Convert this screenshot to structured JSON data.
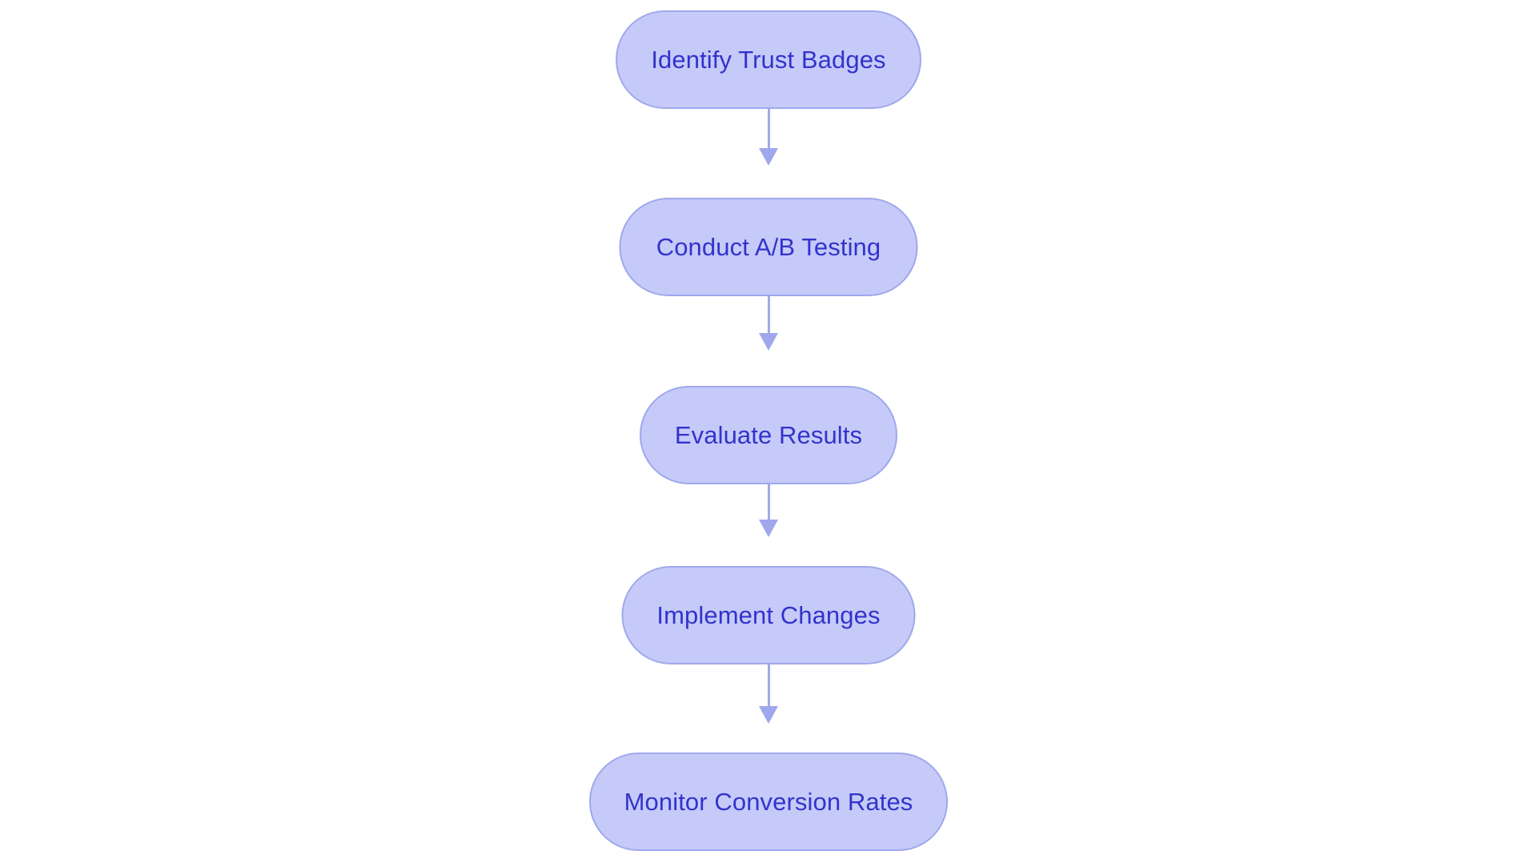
{
  "diagram": {
    "type": "flowchart",
    "orientation": "vertical",
    "title": "",
    "background_color": "#ffffff",
    "node_style": {
      "shape": "stadium",
      "fill_color": "#c6caf9",
      "border_color": "#9fa8ec",
      "text_color": "#3333cc"
    },
    "connector_style": {
      "color": "#9fa8ec",
      "arrowhead": "filled-triangle",
      "direction": "down"
    },
    "nodes": [
      {
        "id": "identify-trust-badges",
        "label": "Identify Trust Badges"
      },
      {
        "id": "conduct-ab-testing",
        "label": "Conduct A/B Testing"
      },
      {
        "id": "evaluate-results",
        "label": "Evaluate Results"
      },
      {
        "id": "implement-changes",
        "label": "Implement Changes"
      },
      {
        "id": "monitor-conversion-rates",
        "label": "Monitor Conversion Rates"
      }
    ],
    "edges": [
      {
        "from": "identify-trust-badges",
        "to": "conduct-ab-testing"
      },
      {
        "from": "conduct-ab-testing",
        "to": "evaluate-results"
      },
      {
        "from": "evaluate-results",
        "to": "implement-changes"
      },
      {
        "from": "implement-changes",
        "to": "monitor-conversion-rates"
      }
    ]
  }
}
